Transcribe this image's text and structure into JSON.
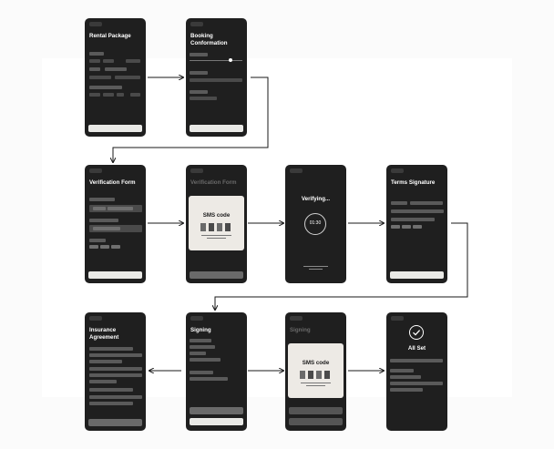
{
  "screens": {
    "s1": {
      "title": "Rental Package"
    },
    "s2": {
      "title": "Booking Conformation"
    },
    "s3": {
      "title": "Verification Form"
    },
    "s4": {
      "title": "Verification Form",
      "modal_title": "SMS code"
    },
    "s5": {
      "title": "Verifying...",
      "timer": "01:30"
    },
    "s6": {
      "title": "Terms Signature"
    },
    "s7": {
      "title": "Insurance Agreement"
    },
    "s8": {
      "title": "Signing"
    },
    "s9": {
      "title": "Signing",
      "modal_title": "SMS code"
    },
    "s10": {
      "title": "All Set",
      "icon": "check-circle-icon"
    }
  },
  "colors": {
    "screen": "#1f1f1f",
    "cta": "#e9e9e6",
    "modal": "#edeae5",
    "arrow": "#1a1a1a"
  }
}
